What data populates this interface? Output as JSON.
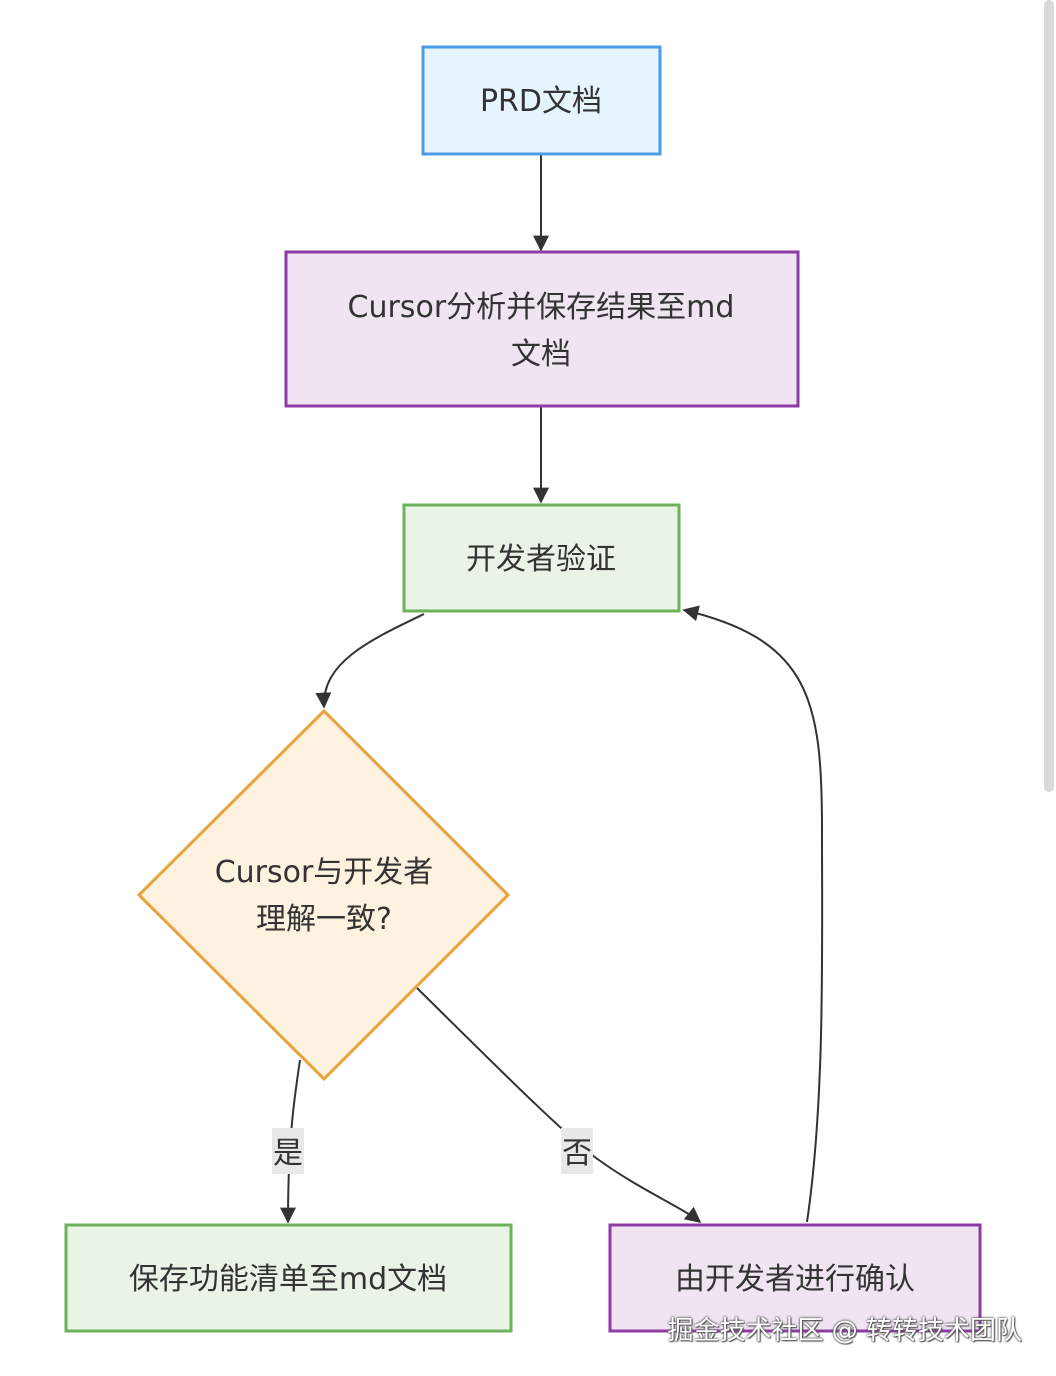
{
  "diagram": {
    "nodes": {
      "prd": {
        "label": "PRD文档",
        "fill": "#e6f4fd",
        "stroke": "#4b9ce6"
      },
      "analyze": {
        "line1": "Cursor分析并保存结果至md",
        "line2": "文档",
        "fill": "#f0e4f3",
        "stroke": "#8e3ba6"
      },
      "verify": {
        "label": "开发者验证",
        "fill": "#eaf4e6",
        "stroke": "#6bb25a"
      },
      "decision": {
        "line1": "Cursor与开发者",
        "line2": "理解一致?",
        "fill": "#fdf1df",
        "stroke": "#eaa23a"
      },
      "save": {
        "label": "保存功能清单至md文档",
        "fill": "#eaf4e6",
        "stroke": "#6bb25a"
      },
      "confirm": {
        "label": "由开发者进行确认",
        "fill": "#f0e4f3",
        "stroke": "#8e3ba6"
      }
    },
    "edges": {
      "yes_label": "是",
      "no_label": "否"
    }
  },
  "watermark": "掘金技术社区 @ 转转技术团队"
}
